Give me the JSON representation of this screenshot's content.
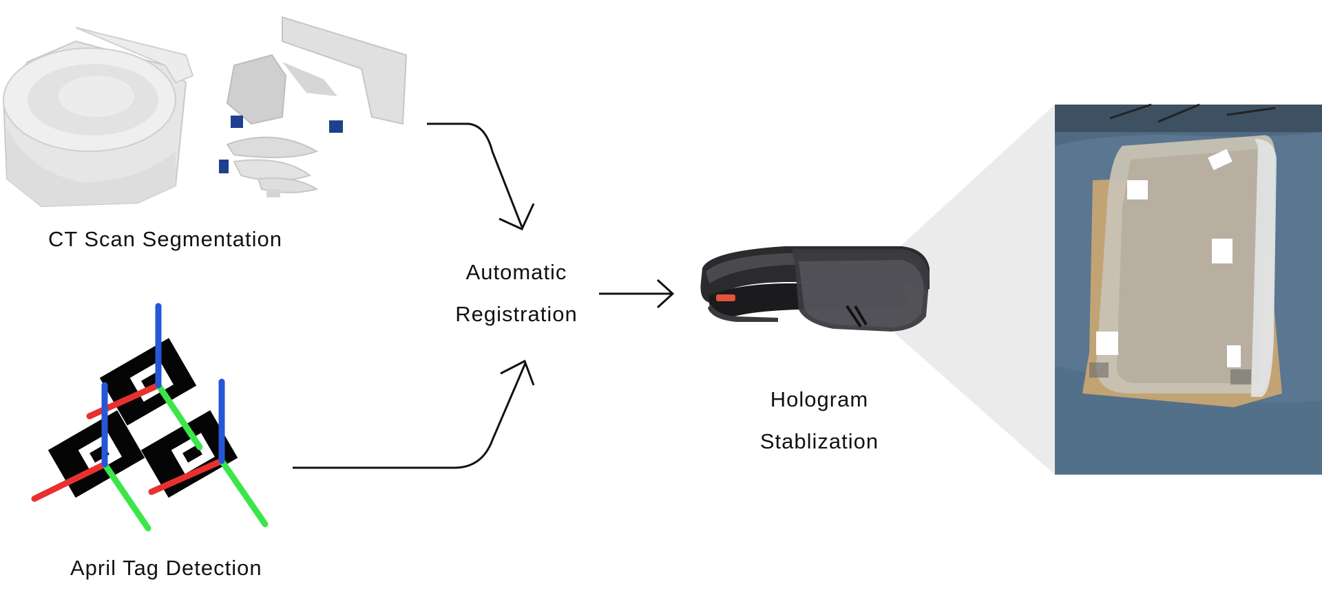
{
  "labels": {
    "ct_scan": "CT Scan Segmentation",
    "april_tag": "April Tag Detection",
    "auto_reg_line1": "Automatic",
    "auto_reg_line2": "Registration",
    "hologram_line1": "Hologram",
    "hologram_line2": "Stablization"
  },
  "colors": {
    "axis_x": "#e8312f",
    "axis_y": "#3ce64a",
    "axis_z": "#2756d6",
    "tag_black": "#050505",
    "arrow": "#111111",
    "ct_gray": "#d9d9d9",
    "background": "#ffffff"
  },
  "icons": {
    "ct_render": "ct-scan-3d-render-image",
    "tags": "april-tag-markers-image",
    "headset": "hololens-headset-image",
    "photo": "hologram-overlay-photo"
  }
}
